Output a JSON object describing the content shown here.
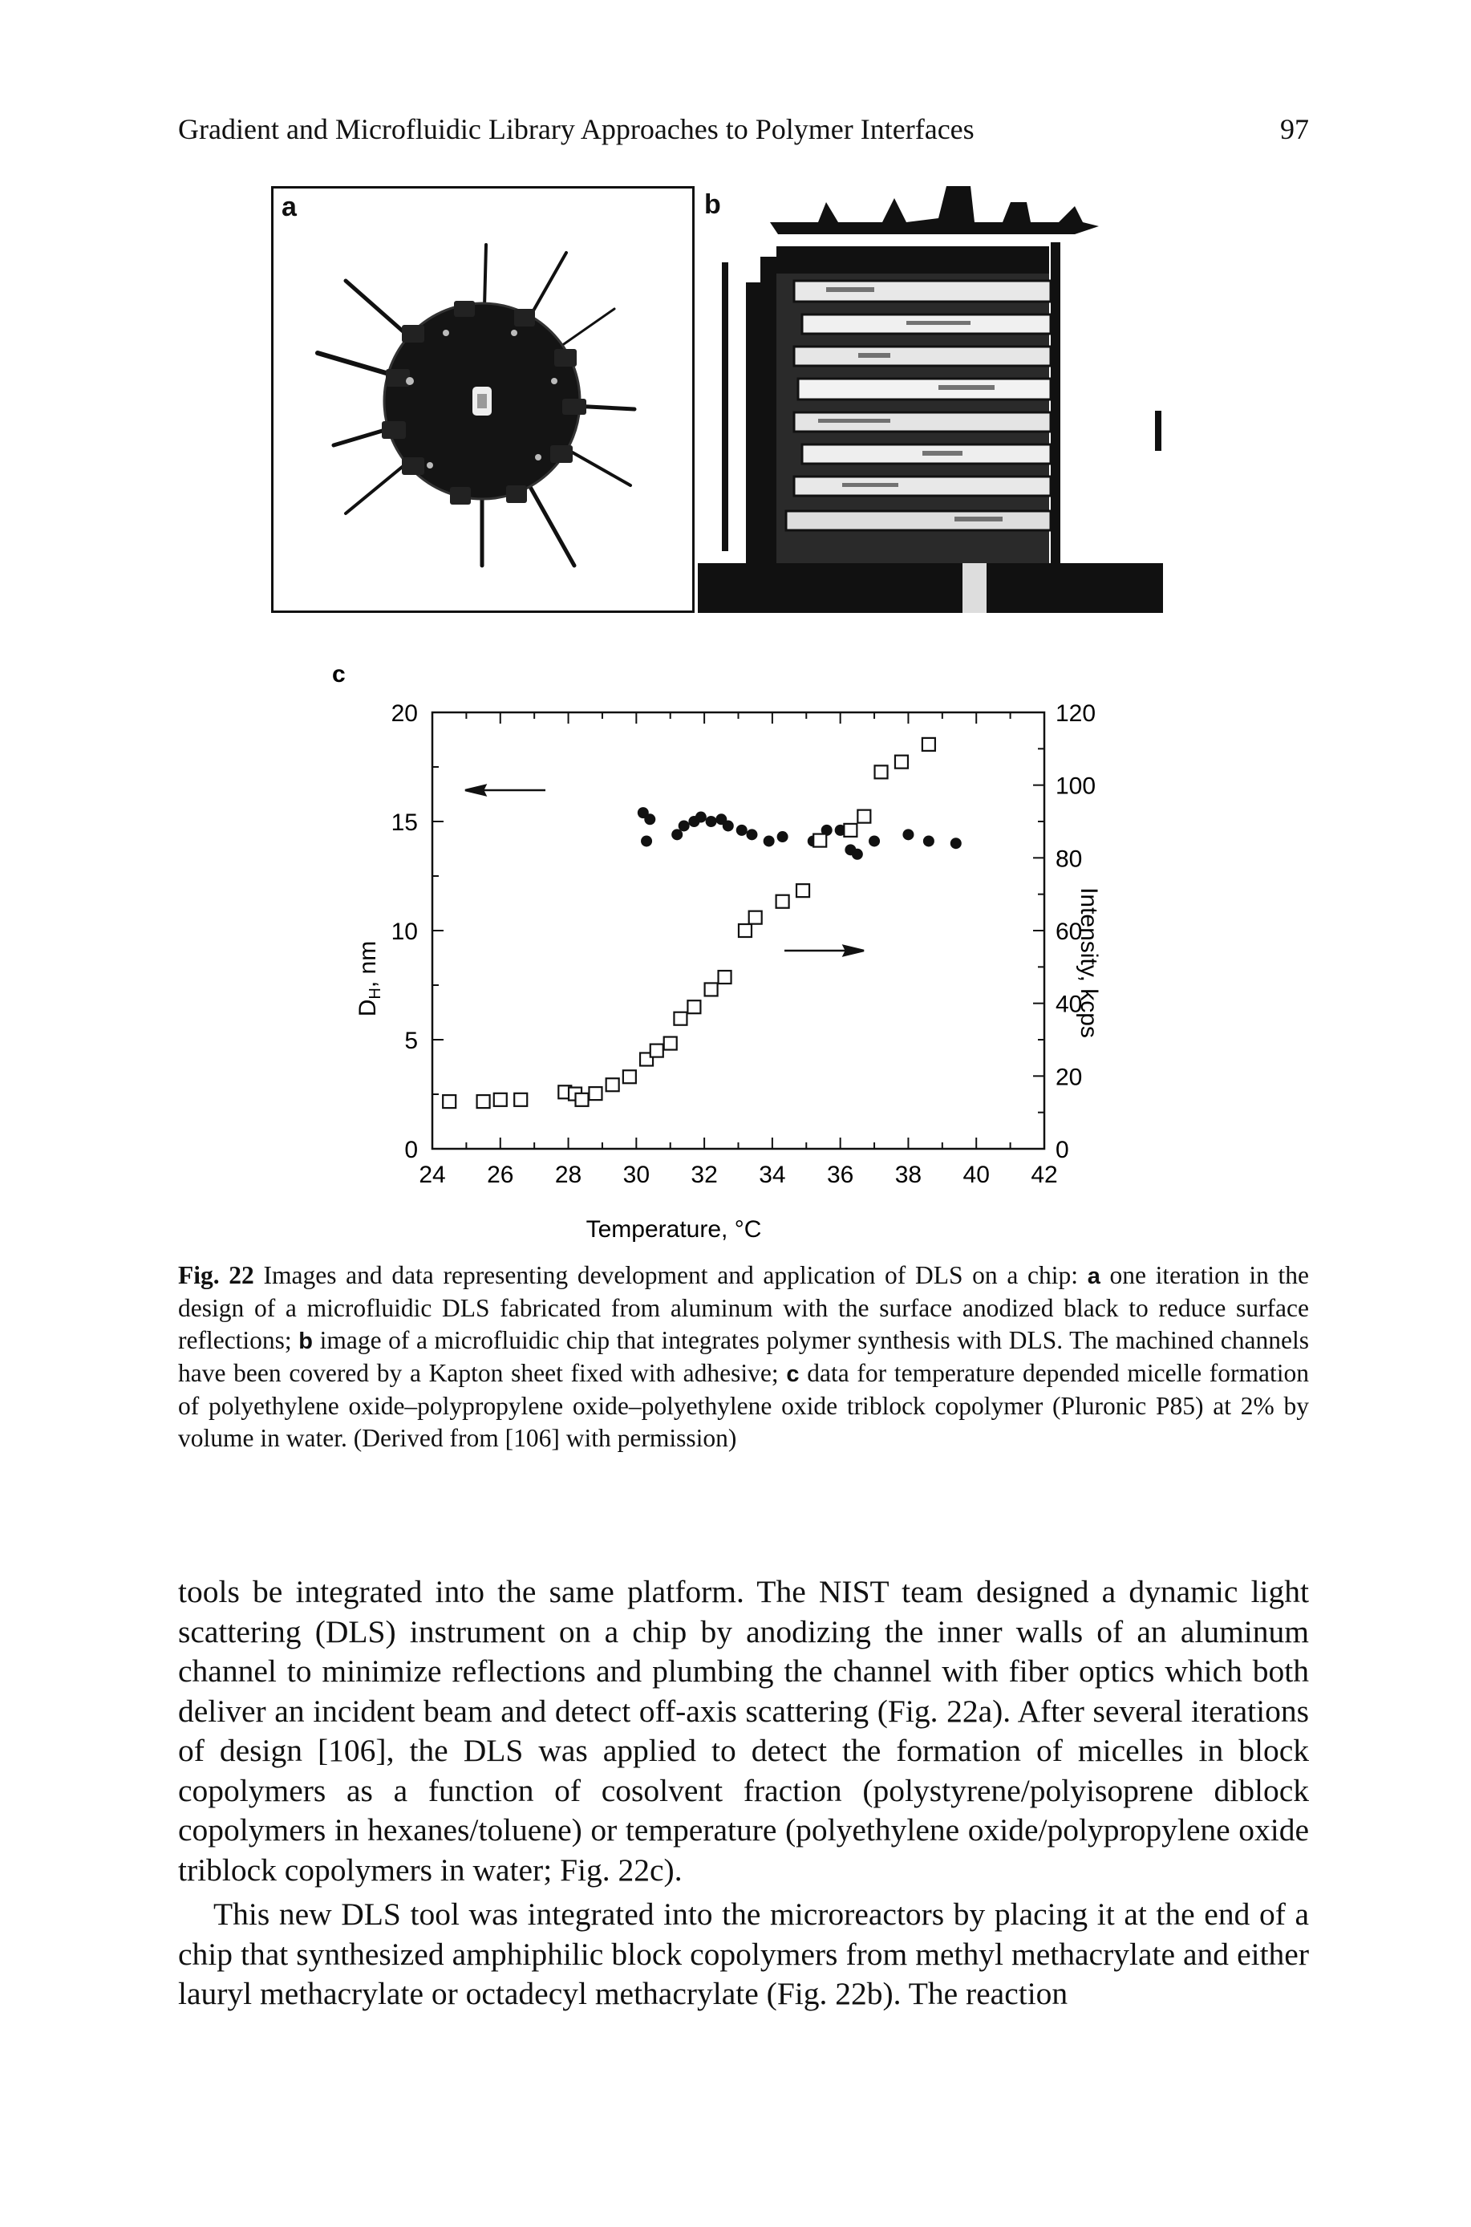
{
  "header": {
    "running_title": "Gradient and Microfluidic Library Approaches to Polymer Interfaces",
    "page_number": "97"
  },
  "figure": {
    "panel_a_label": "a",
    "panel_b_label": "b",
    "panel_c_label": "c",
    "panel_a_image": "microfluidic-dls-chip-photo",
    "panel_b_image": "microfluidic-polymer-chip-photo",
    "chart_data": {
      "type": "scatter",
      "xlabel": "Temperature, °C",
      "ylabel_left": "D_H, nm",
      "ylabel_left_main": "D",
      "ylabel_left_sub": "H",
      "ylabel_left_rest": ", nm",
      "ylabel_right": "Intensity, kcps",
      "xlim": [
        24,
        42
      ],
      "ylim_left": [
        0,
        20
      ],
      "ylim_right": [
        0,
        120
      ],
      "x_ticks": [
        "24",
        "26",
        "28",
        "30",
        "32",
        "34",
        "36",
        "38",
        "40",
        "42"
      ],
      "y_left_ticks": [
        "0",
        "5",
        "10",
        "15",
        "20"
      ],
      "y_right_ticks": [
        "0",
        "20",
        "40",
        "60",
        "80",
        "100",
        "120"
      ],
      "series": [
        {
          "marker": "filled-circle",
          "axis": "left",
          "x": [
            30.2,
            30.4,
            30.3,
            31.2,
            31.4,
            31.7,
            31.9,
            32.2,
            32.5,
            32.7,
            33.1,
            33.4,
            33.9,
            34.3,
            35.2,
            35.6,
            36.0,
            36.3,
            36.5,
            37.0,
            38.0,
            38.6,
            39.4
          ],
          "y": [
            15.4,
            15.1,
            14.1,
            14.4,
            14.8,
            15.0,
            15.2,
            15.0,
            15.1,
            14.8,
            14.6,
            14.4,
            14.1,
            14.3,
            14.1,
            14.6,
            14.6,
            13.7,
            13.5,
            14.1,
            14.4,
            14.1,
            14.0
          ]
        },
        {
          "marker": "open-square",
          "axis": "right",
          "x": [
            24.5,
            25.5,
            26.0,
            26.6,
            27.9,
            28.2,
            28.4,
            28.8,
            29.3,
            29.8,
            30.3,
            30.6,
            31.0,
            31.3,
            31.7,
            32.2,
            32.6,
            33.2,
            33.5,
            34.3,
            34.9,
            35.4,
            36.3,
            36.7,
            37.2,
            37.8,
            38.6
          ],
          "y": [
            13,
            13,
            13.5,
            13.5,
            15.6,
            15.1,
            13.5,
            15.2,
            17.6,
            19.8,
            24.6,
            27,
            29,
            35.8,
            39,
            43.8,
            47.2,
            60,
            63.6,
            68,
            71,
            84.8,
            87.6,
            91.4,
            103.6,
            106.4,
            111.2
          ]
        }
      ],
      "annotations": [
        {
          "type": "arrow",
          "direction": "left",
          "refers_to": "left axis (D_H)"
        },
        {
          "type": "arrow",
          "direction": "right",
          "refers_to": "right axis (intensity)"
        }
      ]
    }
  },
  "caption": {
    "fig_label": "Fig. 22",
    "text": " Images and data representing development and application of DLS on a chip: ",
    "a_label": "a",
    "a_text": " one iteration in the design of a microfluidic DLS fabricated from aluminum with the surface anodized black to reduce surface reflections; ",
    "b_label": "b",
    "b_text": " image of a microfluidic chip that integrates polymer synthesis with DLS. The machined channels have been covered by a Kapton sheet fixed with adhesive; ",
    "c_label": "c",
    "c_text": " data for temperature depended micelle formation of polyethylene oxide–polypropylene oxide–polyethylene oxide triblock copolymer (Pluronic P85) at 2% by volume in water. (Derived from [106] with permission)"
  },
  "body": {
    "paragraph1": "tools be integrated into the same platform. The NIST team designed a dynamic light scattering (DLS) instrument on a chip by anodizing the inner walls of an aluminum channel to minimize reflections and plumbing the channel with fiber optics which both deliver an incident beam and detect off-axis scattering (Fig. 22a). After several iterations of design [106], the DLS was applied to detect the formation of micelles in block copolymers as a function of cosolvent fraction (polystyrene/polyisoprene diblock copolymers in hexanes/toluene) or temperature (polyethylene oxide/polypropylene oxide triblock copolymers in water; Fig. 22c).",
    "paragraph2": "This new DLS tool was integrated into the microreactors by placing it at the end of a chip that synthesized amphiphilic block copolymers from methyl methacrylate and either lauryl methacrylate or octadecyl methacrylate (Fig. 22b). The reaction"
  }
}
